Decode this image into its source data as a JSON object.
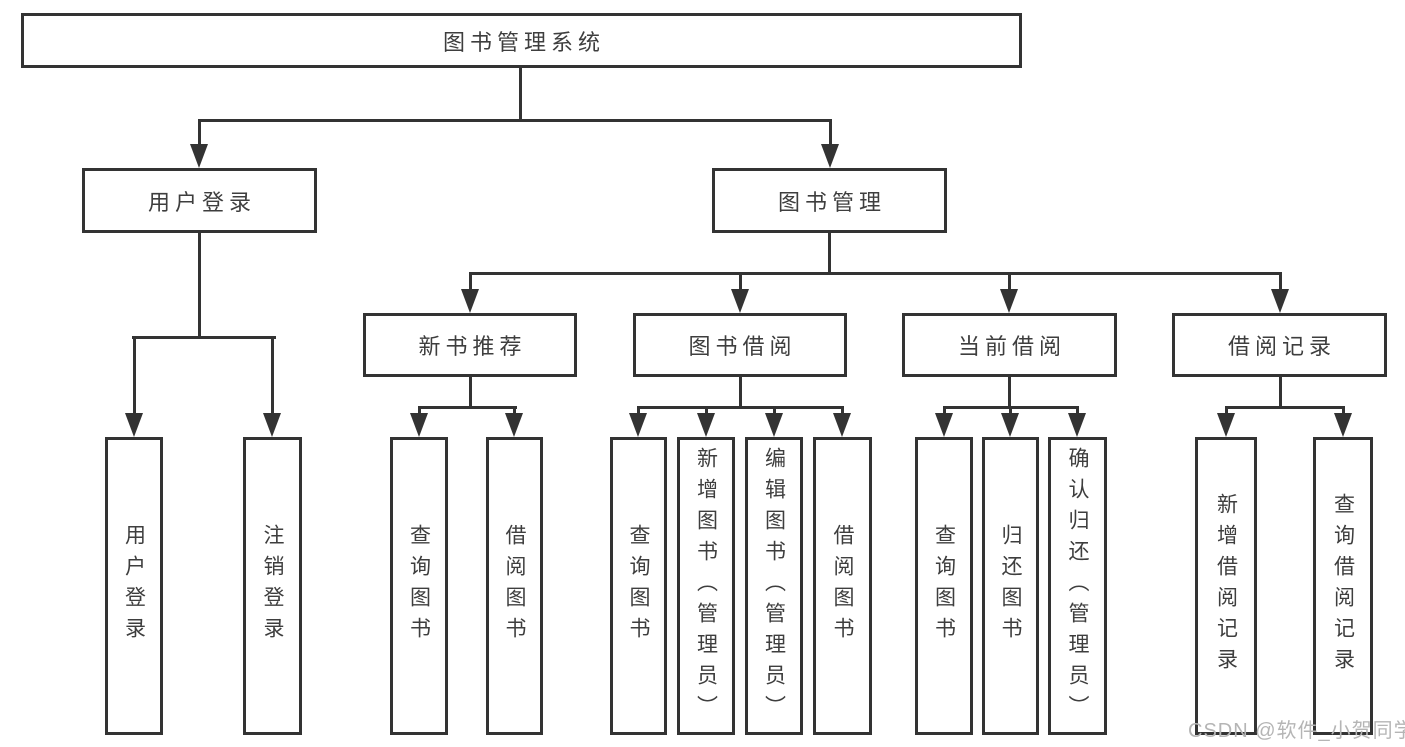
{
  "diagram": {
    "root": "图书管理系统",
    "user_login": {
      "label": "用户登录",
      "children": [
        "用户登录",
        "注销登录"
      ]
    },
    "book_management": {
      "label": "图书管理",
      "sections": {
        "new_books": {
          "label": "新书推荐",
          "children": [
            "查询图书",
            "借阅图书"
          ]
        },
        "borrowing": {
          "label": "图书借阅",
          "children": [
            "查询图书",
            "新增图书（管理员）",
            "编辑图书（管理员）",
            "借阅图书"
          ]
        },
        "current": {
          "label": "当前借阅",
          "children": [
            "查询图书",
            "归还图书",
            "确认归还（管理员）"
          ]
        },
        "records": {
          "label": "借阅记录",
          "children": [
            "新增借阅记录",
            "查询借阅记录"
          ]
        }
      }
    }
  },
  "watermark": "CSDN @软件_小贺同学",
  "colors": {
    "line": "#333333",
    "text": "#3e3e3e",
    "watermark": "#b5b5b5",
    "background": "#ffffff",
    "box_fill": "#ffffff"
  }
}
